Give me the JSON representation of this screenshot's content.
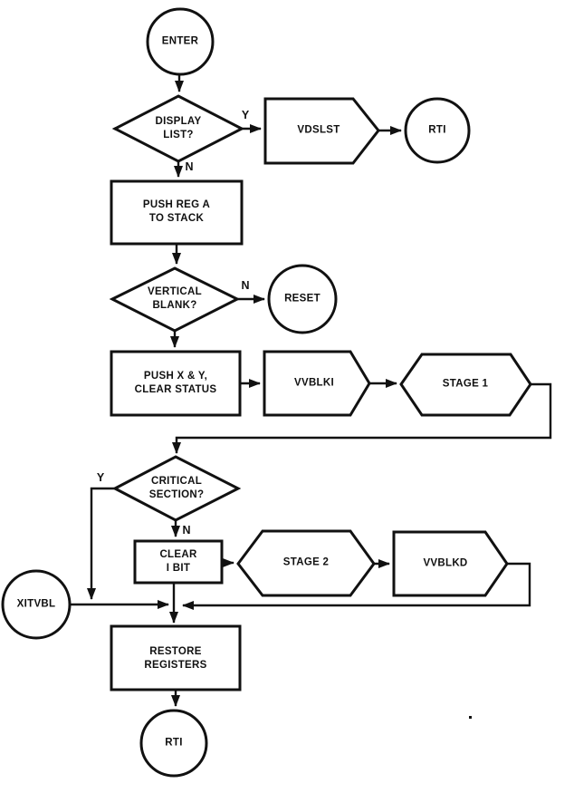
{
  "diagram": {
    "type": "flowchart",
    "colors": {
      "ink": "#111111",
      "background": "#ffffff"
    },
    "nodes": {
      "enter": "ENTER",
      "display_list": "DISPLAY\nLIST?",
      "vdslst": "VDSLST",
      "rti_top": "RTI",
      "push_reg_a": "PUSH REG A\nTO STACK",
      "vertical_blank": "VERTICAL\nBLANK?",
      "reset": "RESET",
      "push_xy": "PUSH X & Y,\nCLEAR STATUS",
      "vvblki": "VVBLKI",
      "stage1": "STAGE 1",
      "critical_section": "CRITICAL\nSECTION?",
      "clear_i_bit": "CLEAR\nI BIT",
      "stage2": "STAGE 2",
      "vvblkd": "VVBLKD",
      "xitvbl": "XITVBL",
      "restore_registers": "RESTORE\nREGISTERS",
      "rti_bottom": "RTI"
    },
    "branches": {
      "display_list_yes": "Y",
      "display_list_no": "N",
      "vertical_blank_no": "N",
      "critical_yes": "Y",
      "critical_no": "N"
    }
  }
}
